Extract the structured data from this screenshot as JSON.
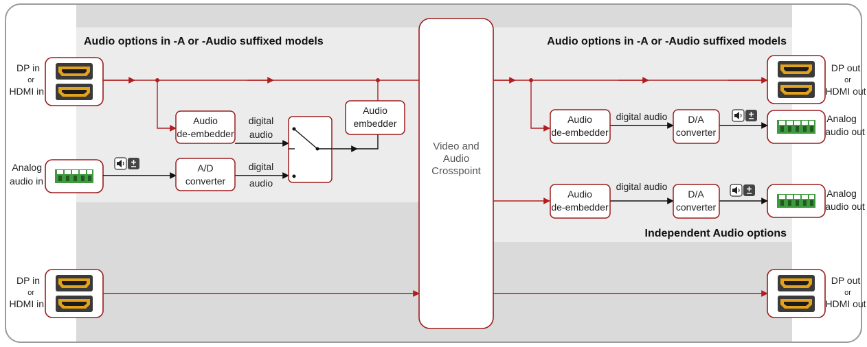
{
  "sections": {
    "audio_header_left": "Audio options in -A or -Audio suffixed models",
    "audio_header_right": "Audio options in -A or -Audio suffixed models",
    "independent_header": "Independent Audio options"
  },
  "crosspoint": {
    "line1": "Video and",
    "line2": "Audio",
    "line3": "Crosspoint"
  },
  "inputs": {
    "top": {
      "line1": "DP in",
      "line2": "or",
      "line3": "HDMI in"
    },
    "analog": {
      "line1": "Analog",
      "line2": "audio in"
    },
    "bottom": {
      "line1": "DP in",
      "line2": "or",
      "line3": "HDMI in"
    }
  },
  "outputs": {
    "top": {
      "line1": "DP out",
      "line2": "or",
      "line3": "HDMI out"
    },
    "analog1": {
      "line1": "Analog",
      "line2": "audio out"
    },
    "analog2": {
      "line1": "Analog",
      "line2": "audio out"
    },
    "bottom": {
      "line1": "DP out",
      "line2": "or",
      "line3": "HDMI out"
    }
  },
  "blocks": {
    "deembedder_in": {
      "line1": "Audio",
      "line2": "de-embedder"
    },
    "ad_converter": {
      "line1": "A/D",
      "line2": "converter"
    },
    "embedder": {
      "line1": "Audio",
      "line2": "embedder"
    },
    "deembedder_out1": {
      "line1": "Audio",
      "line2": "de-embedder"
    },
    "da_converter1": {
      "line1": "D/A",
      "line2": "converter"
    },
    "deembedder_out2": {
      "line1": "Audio",
      "line2": "de-embedder"
    },
    "da_converter2": {
      "line1": "D/A",
      "line2": "converter"
    }
  },
  "signal_labels": {
    "digital_audio_in_a": {
      "line1": "digital",
      "line2": "audio"
    },
    "digital_audio_in_b": {
      "line1": "digital",
      "line2": "audio"
    },
    "digital_audio_out_1": "digital audio",
    "digital_audio_out_2": "digital audio"
  },
  "icons": {
    "connector_hdmi": "hdmi-connector-icon",
    "connector_dp": "displayport-connector-icon",
    "connector_analog": "terminal-block-icon",
    "volume": "volume-balance-icon"
  },
  "colors": {
    "video_line": "#b01e1e",
    "audio_line": "#111111",
    "frame": "#9b1c1c",
    "connector_gold": "#e3a21a",
    "terminal_green": "#3f9a3f",
    "shade_dark": "#d9d9d9",
    "shade_light": "#ececec"
  }
}
